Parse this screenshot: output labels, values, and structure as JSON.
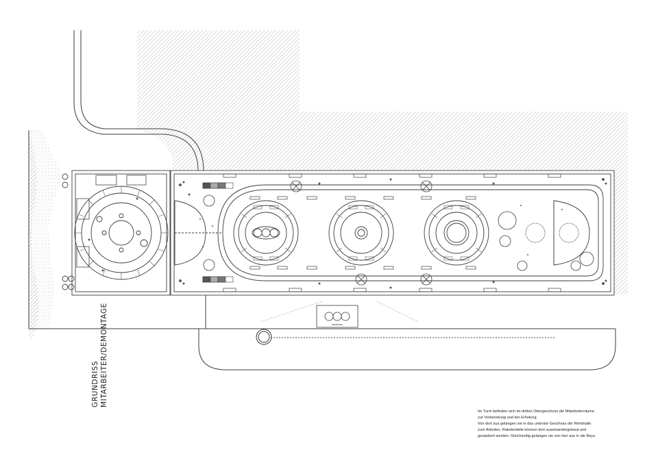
{
  "title": {
    "line1": "GRUNDRISS",
    "line2": "MITARBEITER/DEMONTAGE"
  },
  "description": {
    "lines": [
      "Im Turm befinden sich im dritten Obergeschoss die Mitarbeiterräume",
      "zur Vorbereitung und der Erholung.",
      "Von dort aus gelangen sie in das unterste Geschoss der Werkhalle",
      "zum Arbeiten. Raketenteile können dort auseinandergebaut und",
      "gesäubert werden. Gleichzeitig gelangen sie von hier aus in die Bays."
    ]
  },
  "colors": {
    "line": "#3a3a3a",
    "hatch": "#9a9a9a",
    "background": "#ffffff"
  }
}
